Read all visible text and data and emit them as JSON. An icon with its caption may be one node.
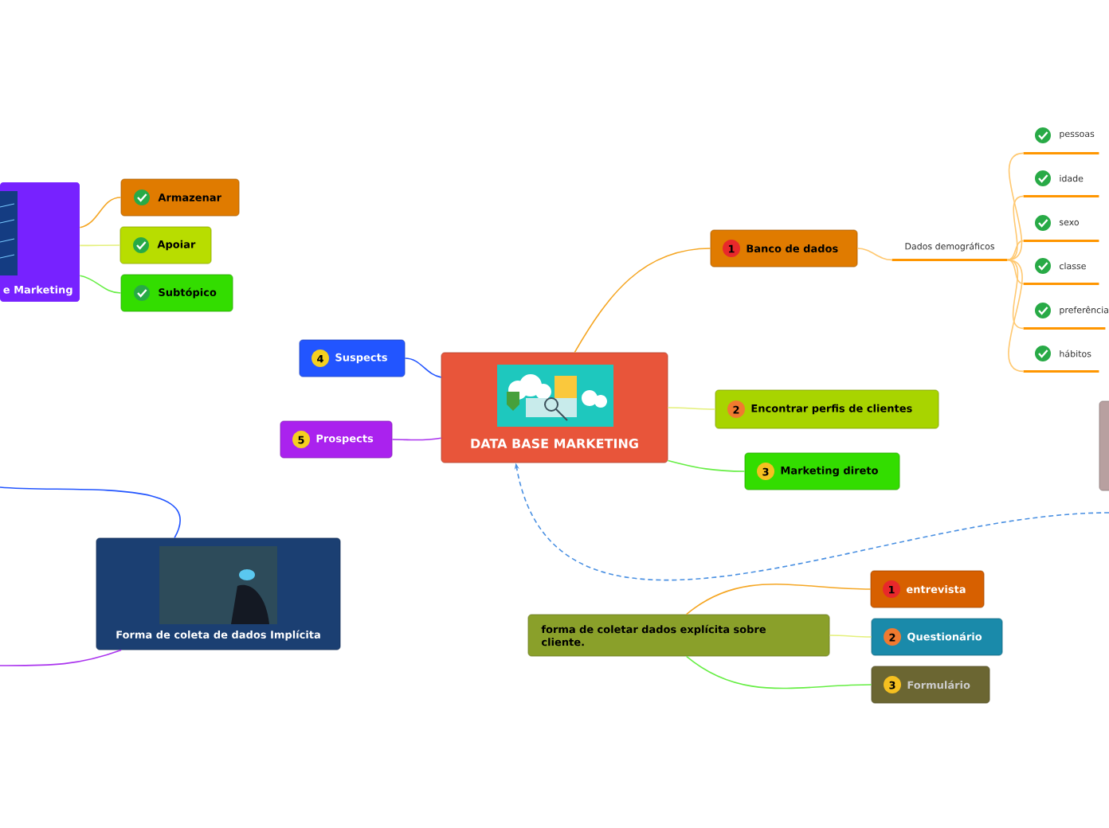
{
  "diagram": {
    "nodes": [
      {
        "text": [
          "DATA BASE MARKETING"
        ]
      },
      {
        "text": [
          "1",
          "Banco de dados"
        ]
      },
      {
        "text": [
          "Dados demográficos"
        ]
      },
      {
        "text": [
          "pessoas"
        ]
      },
      {
        "text": [
          "idade"
        ]
      },
      {
        "text": [
          "sexo"
        ]
      },
      {
        "text": [
          "classe"
        ]
      },
      {
        "text": [
          "preferência"
        ]
      },
      {
        "text": [
          "hábitos"
        ]
      },
      {
        "text": [
          "2",
          "Encontrar perfis de clientes"
        ]
      },
      {
        "text": [
          "3",
          "Marketing direto"
        ]
      },
      {
        "text": [
          "4",
          "Suspects"
        ]
      },
      {
        "text": [
          "5",
          "Prospects"
        ]
      },
      {
        "text": [
          "e Marketing"
        ]
      },
      {
        "text": [
          "Armazenar"
        ]
      },
      {
        "text": [
          "Apoiar"
        ]
      },
      {
        "text": [
          "Subtópico"
        ]
      },
      {
        "text": [
          "Forma de coleta de dados Implícita"
        ]
      },
      {
        "text": [
          "forma de coletar dados explícita sobre cliente."
        ]
      },
      {
        "text": [
          "1",
          "entrevista"
        ]
      },
      {
        "text": [
          "2",
          "Questionário"
        ]
      },
      {
        "text": [
          "3",
          "Formulário"
        ]
      },
      {
        "text": [],
        "shape": "box"
      }
    ],
    "edges": [
      {
        "from": 0,
        "to": 1,
        "arrow": "none",
        "color": "#f5a623"
      },
      {
        "from": 1,
        "to": 2,
        "arrow": "none",
        "color": "#ffc870"
      },
      {
        "from": 2,
        "to": 3,
        "arrow": "none",
        "color": "#ffc870"
      },
      {
        "from": 2,
        "to": 4,
        "arrow": "none",
        "color": "#ffc870"
      },
      {
        "from": 2,
        "to": 5,
        "arrow": "none",
        "color": "#ffc870"
      },
      {
        "from": 2,
        "to": 6,
        "arrow": "none",
        "color": "#ffc870"
      },
      {
        "from": 2,
        "to": 7,
        "arrow": "none",
        "color": "#ffc870"
      },
      {
        "from": 2,
        "to": 8,
        "arrow": "none",
        "color": "#ffc870"
      },
      {
        "from": 0,
        "to": 9,
        "arrow": "none",
        "color": "#e4f07a"
      },
      {
        "from": 0,
        "to": 10,
        "arrow": "none",
        "color": "#66ee44"
      },
      {
        "from": 0,
        "to": 11,
        "arrow": "none",
        "color": "#2255ff"
      },
      {
        "from": 0,
        "to": 12,
        "arrow": "none",
        "color": "#aa33ee"
      },
      {
        "from": 13,
        "to": 14,
        "arrow": "none",
        "color": "#f5a623"
      },
      {
        "from": 13,
        "to": 15,
        "arrow": "none",
        "color": "#e4f07a"
      },
      {
        "from": 13,
        "to": 16,
        "arrow": "none",
        "color": "#66ee44"
      },
      {
        "from": null,
        "to": 17,
        "arrow": "none",
        "color": "#2255ff"
      },
      {
        "from": null,
        "to": 17,
        "arrow": "none",
        "color": "#aa33ee"
      },
      {
        "from": null,
        "to": 0,
        "arrow": "to",
        "style": "dashed",
        "color": "#4a90e2"
      },
      {
        "from": 18,
        "to": 19,
        "arrow": "none",
        "color": "#f5a623"
      },
      {
        "from": 18,
        "to": 20,
        "arrow": "none",
        "color": "#e4f07a"
      },
      {
        "from": 18,
        "to": 21,
        "arrow": "none",
        "color": "#66ee44"
      }
    ]
  }
}
